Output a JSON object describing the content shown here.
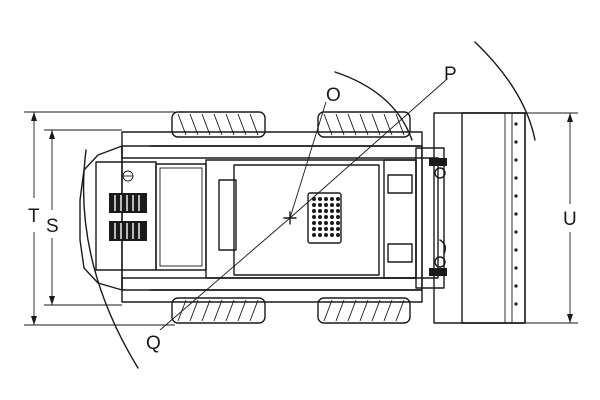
{
  "labels": {
    "t": "T",
    "s": "S",
    "u": "U",
    "o": "O",
    "p": "P",
    "q": "Q"
  },
  "colors": {
    "line": "#1a1a1a",
    "background": "#ffffff"
  }
}
